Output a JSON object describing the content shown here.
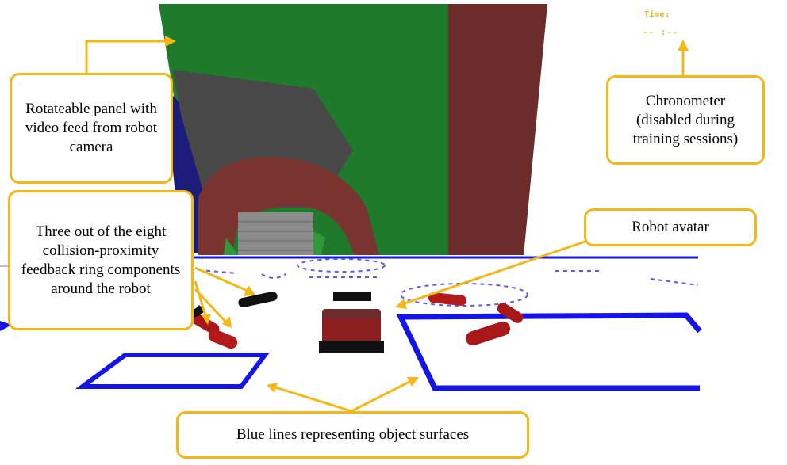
{
  "chronometer": {
    "label": "Time:",
    "value": "-- :--"
  },
  "callouts": {
    "panel": "Rotateable panel with video feed from robot camera",
    "chronometer": "Chronometer (disabled during training sessions)",
    "ring": "Three out of the eight collision-proximity feedback ring components around the robot",
    "avatar": "Robot avatar",
    "surfaces": "Blue lines representing object surfaces"
  },
  "colors": {
    "callout_border": "#f5b715",
    "wall_green": "#1f7a2b",
    "wall_maroon": "#6b2c2b",
    "surface_line_blue": "#1414e6",
    "ring_active_red": "#a81818",
    "ring_idle_black": "#111111"
  },
  "icons": {
    "arrows": "orange-callout-arrow"
  }
}
